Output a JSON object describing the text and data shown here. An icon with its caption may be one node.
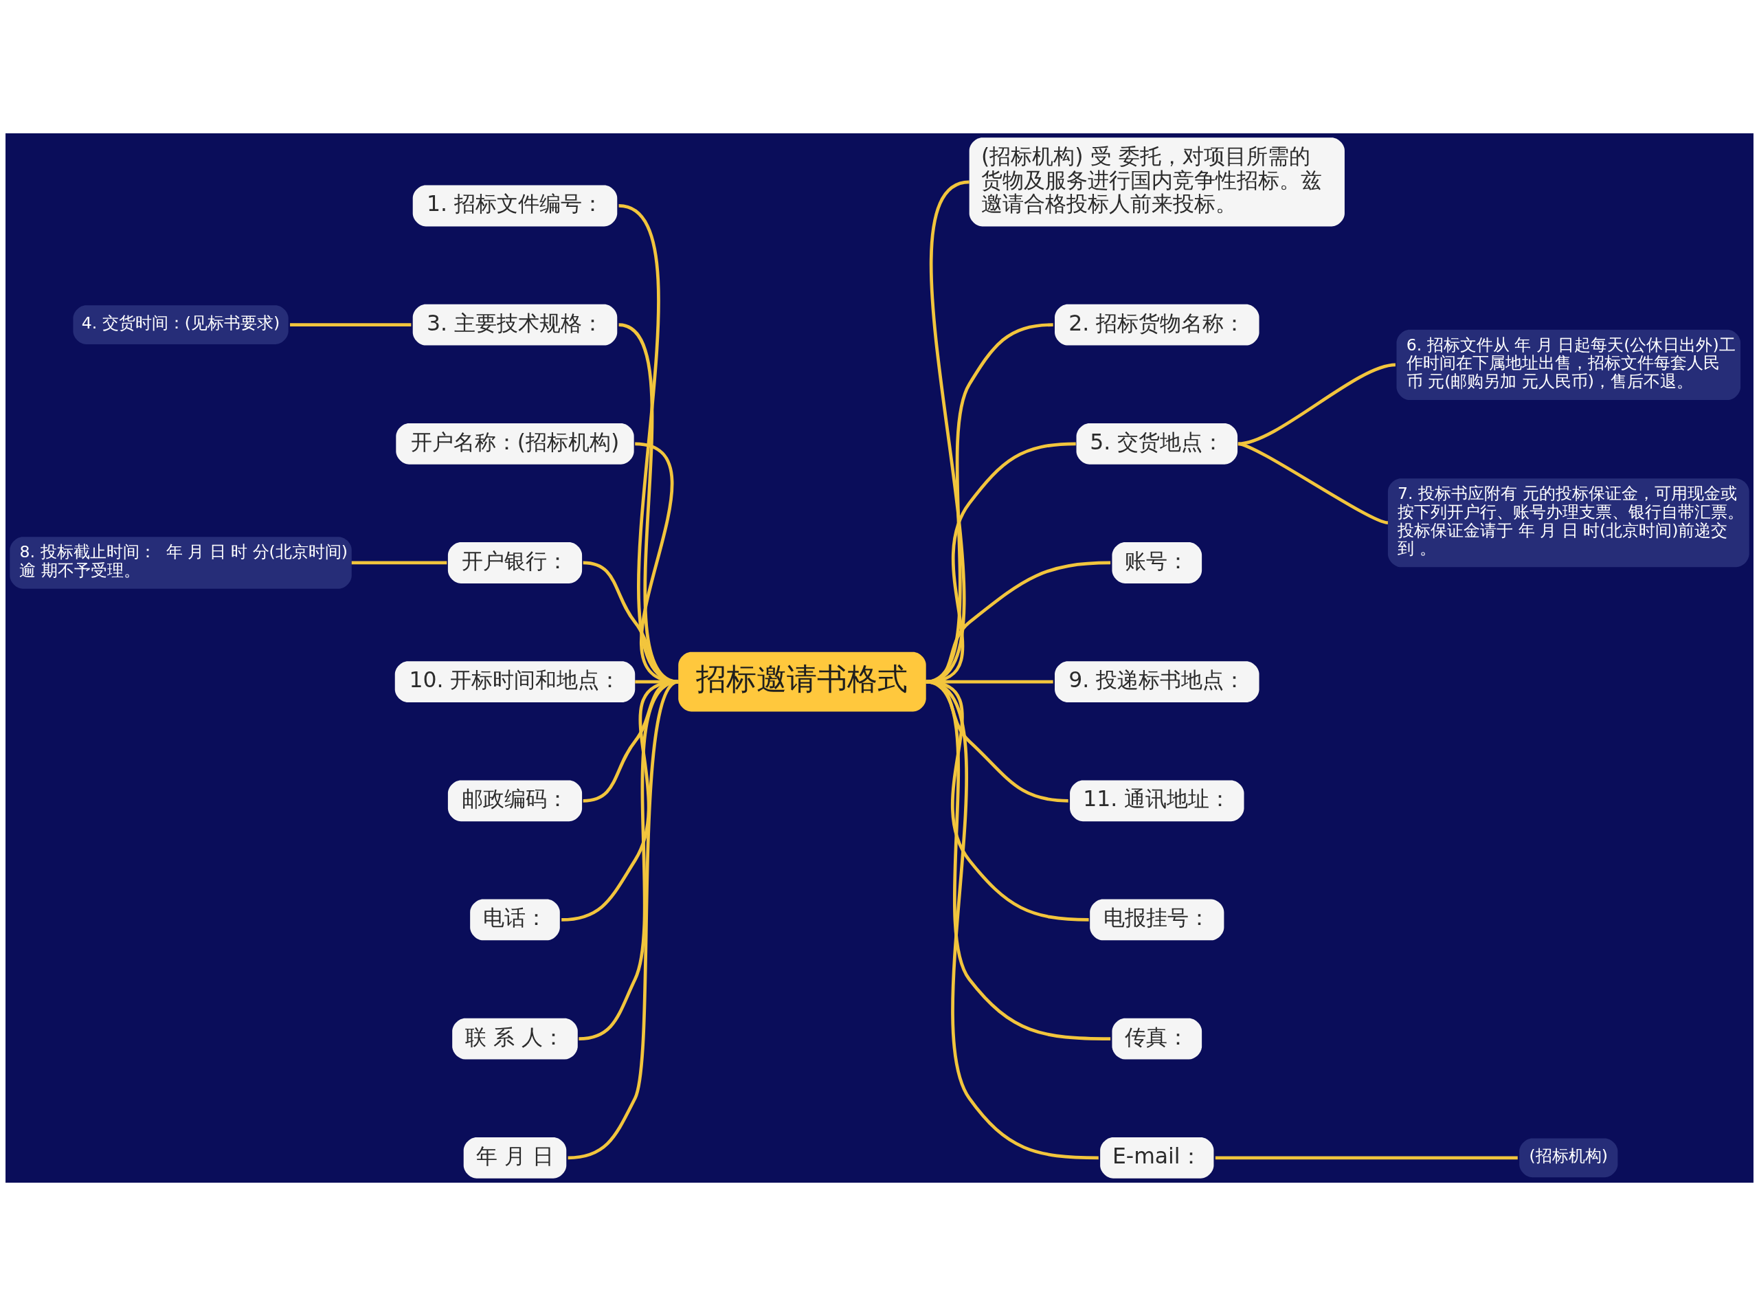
{
  "diagram": {
    "nodes": [
      {
        "text": [
          "招标邀请书格式"
        ]
      },
      {
        "text": [
          "(招标机构) 受 委托，对项目所需的货物及服务进行国内竞争性招标。兹邀请合格投标人前来投标。"
        ]
      },
      {
        "text": [
          "2. 招标货物名称："
        ]
      },
      {
        "text": [
          "5. 交货地点："
        ]
      },
      {
        "text": [
          "6. 招标文件从 年 月 日起每天(公休日出外)工作时间在下属地址出售，招标文件每套人民币 元(邮购另加 元人民币)，售后不退。"
        ]
      },
      {
        "text": [
          "7. 投标书应附有 元的投标保证金，可用现金或按下列开户行、账号办理支票、银行自带汇票。投标保证金请于 年 月 日 时(北京时间)前递交到 。"
        ]
      },
      {
        "text": [
          "账号："
        ]
      },
      {
        "text": [
          "9. 投递标书地点："
        ]
      },
      {
        "text": [
          "11. 通讯地址："
        ]
      },
      {
        "text": [
          "电报挂号："
        ]
      },
      {
        "text": [
          "传真："
        ]
      },
      {
        "text": [
          "E-mail："
        ]
      },
      {
        "text": [
          "(招标机构)"
        ]
      },
      {
        "text": [
          "1. 招标文件编号："
        ]
      },
      {
        "text": [
          "3. 主要技术规格："
        ]
      },
      {
        "text": [
          "4. 交货时间：(见标书要求)"
        ]
      },
      {
        "text": [
          "开户名称：(招标机构)"
        ]
      },
      {
        "text": [
          "开户银行："
        ]
      },
      {
        "text": [
          "8. 投标截止时间：  年 月 日 时 分(北京时间)逾 期不予受理。"
        ]
      },
      {
        "text": [
          "10. 开标时间和地点："
        ]
      },
      {
        "text": [
          "邮政编码："
        ]
      },
      {
        "text": [
          "电话："
        ]
      },
      {
        "text": [
          "联 系 人："
        ]
      },
      {
        "text": [
          "年 月 日"
        ]
      }
    ],
    "edges": [
      {
        "from": 0,
        "to": 1,
        "arrow": "none"
      },
      {
        "from": 0,
        "to": 2,
        "arrow": "none"
      },
      {
        "from": 0,
        "to": 3,
        "arrow": "none"
      },
      {
        "from": 3,
        "to": 4,
        "arrow": "none"
      },
      {
        "from": 3,
        "to": 5,
        "arrow": "none"
      },
      {
        "from": 0,
        "to": 6,
        "arrow": "none"
      },
      {
        "from": 0,
        "to": 7,
        "arrow": "none"
      },
      {
        "from": 0,
        "to": 8,
        "arrow": "none"
      },
      {
        "from": 0,
        "to": 9,
        "arrow": "none"
      },
      {
        "from": 0,
        "to": 10,
        "arrow": "none"
      },
      {
        "from": 0,
        "to": 11,
        "arrow": "none"
      },
      {
        "from": 11,
        "to": 12,
        "arrow": "none"
      },
      {
        "from": 13,
        "to": 0,
        "arrow": "none"
      },
      {
        "from": 14,
        "to": 0,
        "arrow": "none"
      },
      {
        "from": 15,
        "to": 14,
        "arrow": "none"
      },
      {
        "from": 16,
        "to": 0,
        "arrow": "none"
      },
      {
        "from": 17,
        "to": 0,
        "arrow": "none"
      },
      {
        "from": 18,
        "to": 17,
        "arrow": "none"
      },
      {
        "from": 19,
        "to": 0,
        "arrow": "none"
      },
      {
        "from": 20,
        "to": 0,
        "arrow": "none"
      },
      {
        "from": 21,
        "to": 0,
        "arrow": "none"
      },
      {
        "from": 22,
        "to": 0,
        "arrow": "none"
      },
      {
        "from": 23,
        "to": 0,
        "arrow": "none"
      }
    ]
  }
}
